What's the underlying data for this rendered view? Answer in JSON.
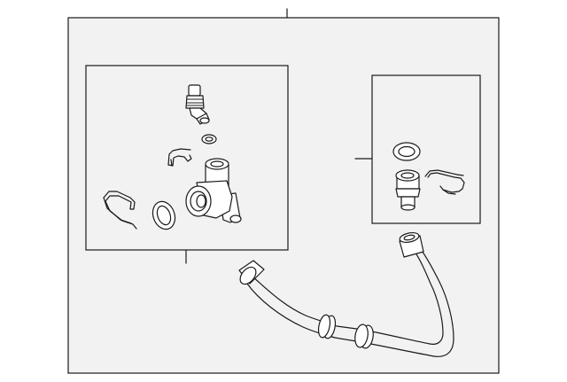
{
  "diagram": {
    "type": "parts-exploded-view",
    "colors": {
      "outer_frame_fill": "#f2f2f2",
      "inset_fill": "#f2f2f2",
      "line": "#1a1a1a",
      "part_fill": "#ffffff"
    },
    "callouts": [],
    "components": [
      "temperature-sensor",
      "small-o-ring",
      "retaining-clip-small",
      "outlet-housing",
      "retaining-clip-large",
      "housing-gasket",
      "hose-o-ring",
      "hose-connector",
      "connector-clip",
      "coolant-hose"
    ]
  }
}
